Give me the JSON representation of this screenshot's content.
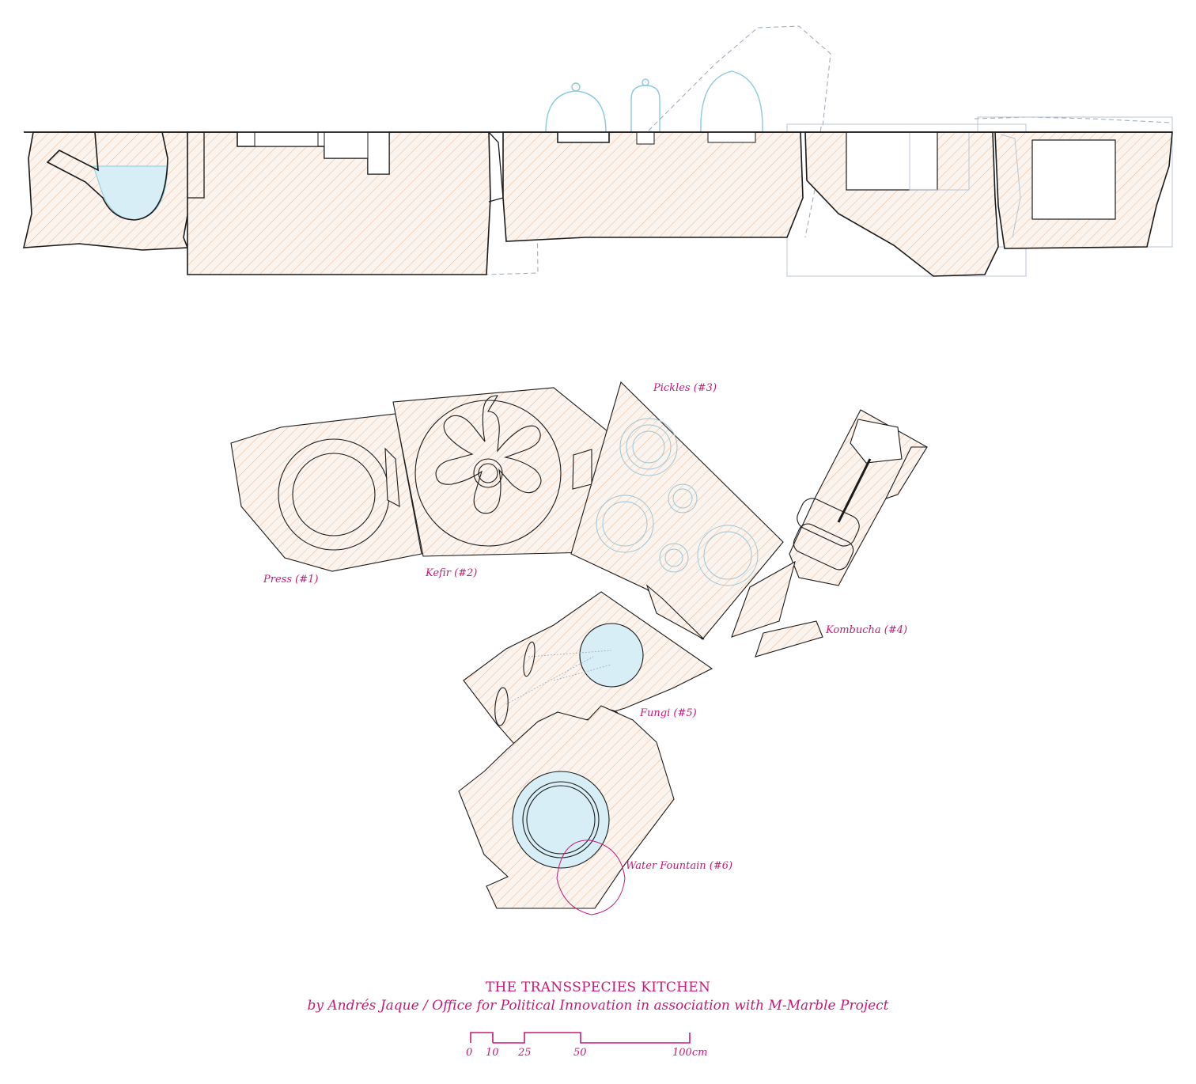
{
  "colors": {
    "accent": "#c8197a",
    "outline": "#1a1a1a",
    "hatch": "#e7b793",
    "water": "#d8eef6",
    "water_line": "#8cc9de",
    "ghost_line": "#9aa6b8"
  },
  "labels": {
    "press": "Press (#1)",
    "kefir": "Kefir (#2)",
    "pickles": "Pickles (#3)",
    "kombucha": "Kombucha (#4)",
    "fungi": "Fungi (#5)",
    "water_fountain": "Water Fountain (#6)"
  },
  "title": "THE TRANSSPECIES KITCHEN",
  "credit": "by Andrés Jaque / Office for Political Innovation in association with M-Marble Project",
  "scale_bar": {
    "ticks": [
      "0",
      "10",
      "25",
      "50",
      "100cm"
    ]
  }
}
